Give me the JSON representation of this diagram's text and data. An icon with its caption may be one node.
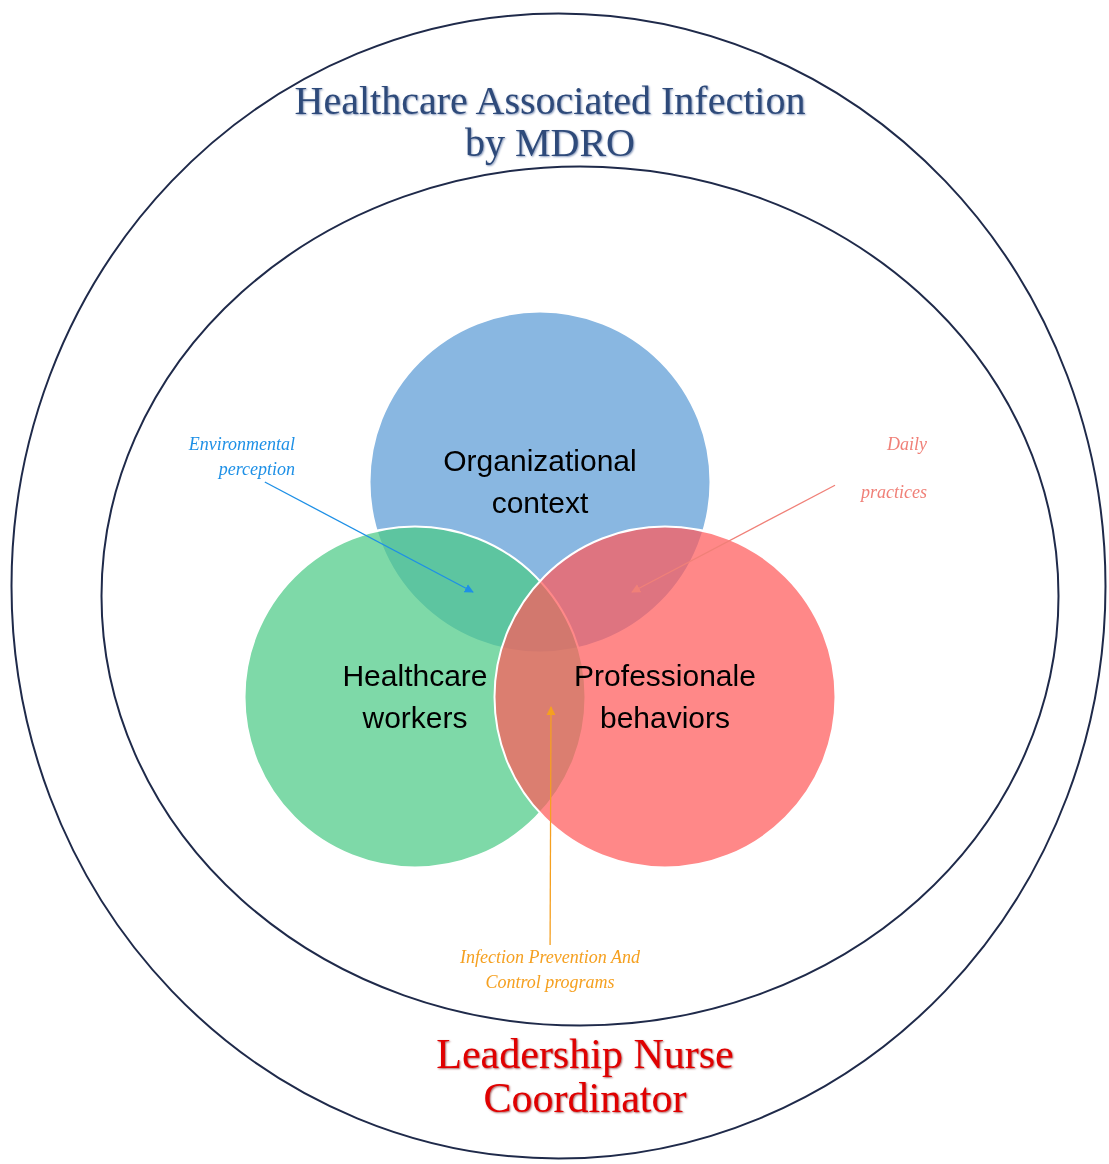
{
  "diagram": {
    "nodes": [
      {
        "text": [
          "Healthcare Associated Infection by MDRO",
          "Leadership Nurse Coordinator"
        ]
      },
      {
        "text": [],
        "shape": "circle",
        "in": 0
      },
      {
        "text": [
          "Organizational context"
        ],
        "in": 1
      },
      {
        "text": [
          "Healthcare workers"
        ],
        "in": 1
      },
      {
        "text": [
          "Professionale behaviors"
        ],
        "in": 1
      },
      {
        "text": [
          "Environmental perception"
        ],
        "in": 1
      },
      {
        "text": [
          "Daily practices"
        ],
        "in": 1
      },
      {
        "text": [
          "Infection Prevention And Control programs"
        ],
        "in": 1
      }
    ],
    "edges": [
      {
        "from": 5,
        "to": 2,
        "arrow": "to",
        "color": "#1e90e6"
      },
      {
        "from": 6,
        "to": 2,
        "arrow": "to",
        "color": "#f08078"
      },
      {
        "from": 7,
        "to": 3,
        "arrow": "to",
        "color": "#f5a020"
      }
    ]
  }
}
